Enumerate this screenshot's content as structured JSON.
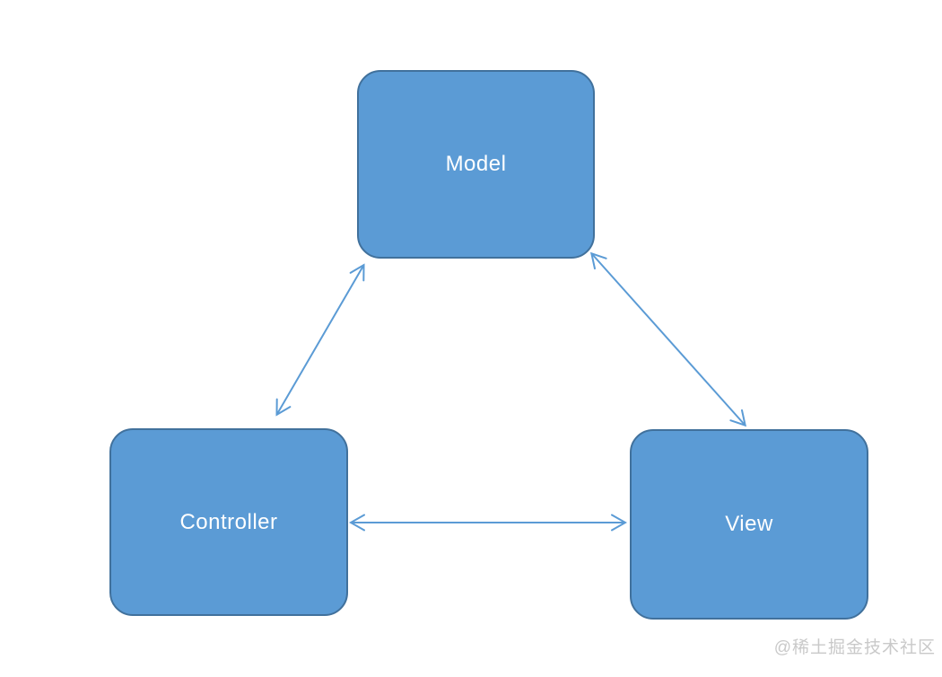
{
  "diagram": {
    "type": "architecture-diagram",
    "nodes": [
      {
        "id": "model",
        "label": "Model"
      },
      {
        "id": "controller",
        "label": "Controller"
      },
      {
        "id": "view",
        "label": "View"
      }
    ],
    "edges": [
      {
        "from": "model",
        "to": "controller",
        "bidirectional": true
      },
      {
        "from": "model",
        "to": "view",
        "bidirectional": true
      },
      {
        "from": "controller",
        "to": "view",
        "bidirectional": true
      }
    ],
    "colors": {
      "node_fill": "#5b9bd5",
      "node_border": "#41719c",
      "node_text": "#ffffff",
      "arrow": "#5b9bd5",
      "background": "#ffffff",
      "watermark_text_color": "#c9c9c9"
    }
  },
  "watermark": {
    "text": "@稀土掘金技术社区"
  }
}
